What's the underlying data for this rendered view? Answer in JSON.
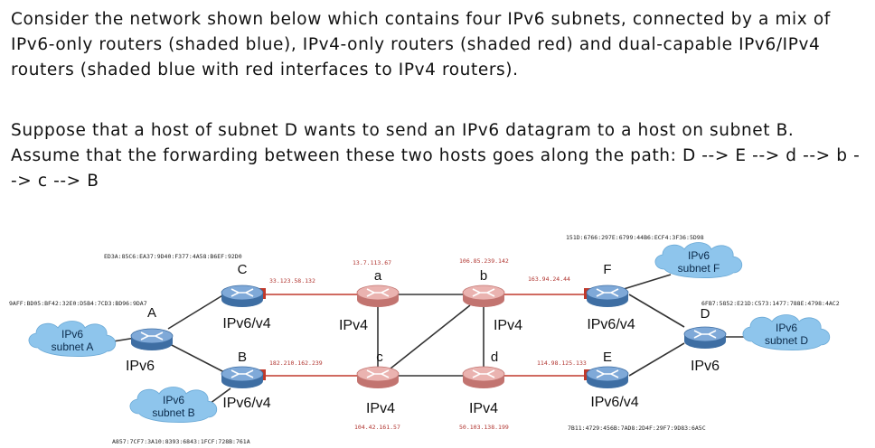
{
  "question": {
    "paragraph1": "Consider the network shown below which contains four IPv6 subnets, connected by a mix of IPv6-only routers (shaded blue), IPv4-only routers (shaded red) and dual-capable IPv6/IPv4 routers (shaded blue with red interfaces to IPv4 routers).",
    "paragraph2": "Suppose that a host of subnet D wants to send an IPv6 datagram to a host on subnet B. Assume that the forwarding between these two hosts goes along the path: D --> E --> d --> b --> c --> B"
  },
  "diagram": {
    "colors": {
      "ipv6_router": "#5b8fc7",
      "ipv4_router": "#d98a86",
      "cloud": "#8ec5ec",
      "accent_red": "#c0392b"
    },
    "subnets": {
      "A": "IPv6\nsubnet A",
      "B": "IPv6\nsubnet B",
      "D": "IPv6\nsubnet D",
      "F": "IPv6\nsubnet F"
    },
    "routers": {
      "A": {
        "letter": "A",
        "type": "IPv6",
        "address": "9AFF:BD05:BF42:32E0:D5B4:7CD3:BD96:9DA7"
      },
      "C": {
        "letter": "C",
        "type": "IPv6/v4",
        "address": "ED3A:85C6:EA37:9D40:F377:4A58:B6EF:92D0",
        "ipv4_address": "33.123.58.132"
      },
      "B": {
        "letter": "B",
        "type": "IPv6/v4",
        "address": "A857:7CF7:3A10:8393:6843:1FCF:728B:761A",
        "ipv4_address": "182.210.162.239"
      },
      "a": {
        "letter": "a",
        "type": "IPv4",
        "address": "13.7.113.67"
      },
      "b": {
        "letter": "b",
        "type": "IPv4",
        "address": "106.85.239.142"
      },
      "c": {
        "letter": "c",
        "type": "IPv4",
        "address": "104.42.161.57"
      },
      "d": {
        "letter": "d",
        "type": "IPv4",
        "address": "50.103.138.199"
      },
      "F": {
        "letter": "F",
        "type": "IPv6/v4",
        "address": "151D:6766:297E:6799:44B6:ECF4:3F36:5D98",
        "ipv4_address": "163.94.24.44"
      },
      "E": {
        "letter": "E",
        "type": "IPv6/v4",
        "address": "7B11:4729:456B:7AD8:2D4F:29F7:9D83:6A5C",
        "ipv4_address": "114.98.125.133"
      },
      "D": {
        "letter": "D",
        "type": "IPv6",
        "address": "6FB7:5852:E21D:C573:1477:788E:4798:4AC2"
      }
    }
  }
}
